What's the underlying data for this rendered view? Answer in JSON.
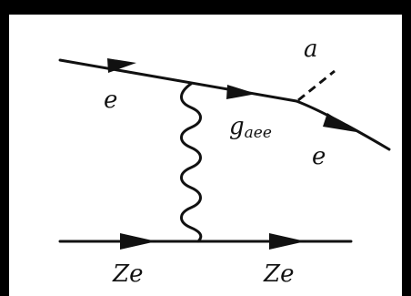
{
  "diagram": {
    "colors": {
      "background": "#000000",
      "panel": "#ffffff",
      "ink": "#111111"
    },
    "labels": {
      "incoming_electron": "e",
      "coupling_symbol": "g",
      "coupling_subscript": "aee",
      "axion": "a",
      "outgoing_electron": "e",
      "nucleus_left": "Ze",
      "nucleus_right": "Ze"
    },
    "lines": {
      "electron": "fermion-line",
      "axion": "dashed-scalar-line",
      "photon": "wavy-photon-line",
      "nucleus": "fermion-line"
    }
  }
}
